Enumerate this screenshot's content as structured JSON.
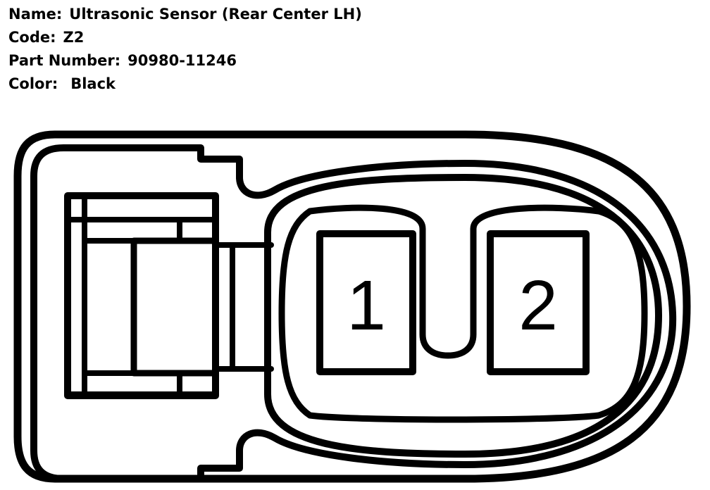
{
  "connector": {
    "name_label": "Name:",
    "name_value": "Ultrasonic Sensor (Rear Center LH)",
    "code_label": "Code:",
    "code_value": "Z2",
    "part_number_label": "Part Number:",
    "part_number_value": "90980-11246",
    "color_label": "Color:",
    "color_value": "Black"
  },
  "terminals": [
    {
      "number": "1"
    },
    {
      "number": "2"
    }
  ],
  "colors": {
    "line": "#000000",
    "background": "#ffffff"
  }
}
